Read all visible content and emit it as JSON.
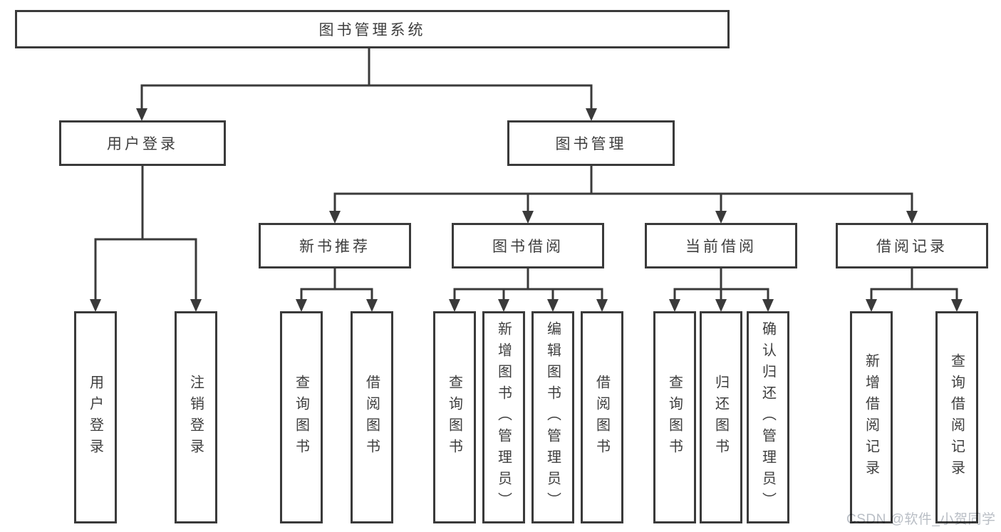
{
  "diagram": {
    "type": "hierarchy-flowchart",
    "tree": {
      "label": "图书管理系统",
      "children": [
        {
          "label": "用户登录",
          "children": [
            {
              "label": "用户登录"
            },
            {
              "label": "注销登录"
            }
          ]
        },
        {
          "label": "图书管理",
          "children": [
            {
              "label": "新书推荐",
              "children": [
                {
                  "label": "查询图书"
                },
                {
                  "label": "借阅图书"
                }
              ]
            },
            {
              "label": "图书借阅",
              "children": [
                {
                  "label": "查询图书"
                },
                {
                  "label": "新增图书（管理员）"
                },
                {
                  "label": "编辑图书（管理员）"
                },
                {
                  "label": "借阅图书"
                }
              ]
            },
            {
              "label": "当前借阅",
              "children": [
                {
                  "label": "查询图书"
                },
                {
                  "label": "归还图书"
                },
                {
                  "label": "确认归还（管理员）"
                }
              ]
            },
            {
              "label": "借阅记录",
              "children": [
                {
                  "label": "新增借阅记录"
                },
                {
                  "label": "查询借阅记录"
                }
              ]
            }
          ]
        }
      ]
    },
    "colors": {
      "line": "#3a3a3a",
      "box_border": "#3a3a3a",
      "text": "#3e3e3e",
      "background": "#ffffff",
      "watermark": "#b9bec5"
    },
    "watermark": {
      "text": "CSDN @软件_小贺同学"
    }
  }
}
